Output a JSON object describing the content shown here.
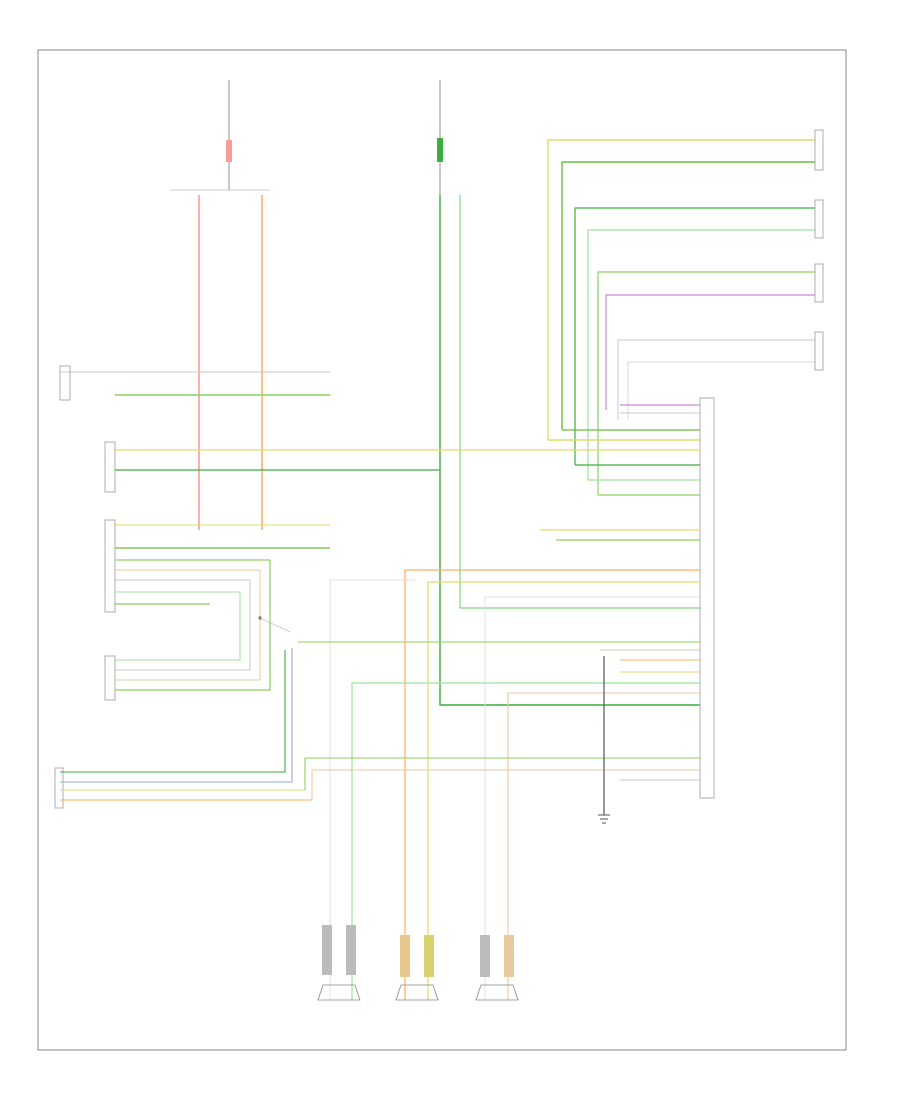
{
  "diagram": {
    "ref_label": "",
    "wires": [
      {
        "id": "fuse1-red",
        "color": "#ff9a9a"
      },
      {
        "id": "fuse1-orange",
        "color": "#ffb066"
      },
      {
        "id": "fuse2-green",
        "color": "#3cae3c"
      },
      {
        "id": "yel",
        "color": "#e6d96a"
      },
      {
        "id": "grn",
        "color": "#8ccf60"
      },
      {
        "id": "dkgrn",
        "color": "#4cae4c"
      },
      {
        "id": "ltgrn",
        "color": "#9fe19f"
      },
      {
        "id": "purple",
        "color": "#c987d8"
      },
      {
        "id": "blue",
        "color": "#9aa9e0"
      },
      {
        "id": "gray",
        "color": "#c8c8c8"
      },
      {
        "id": "tan",
        "color": "#e7c9a0"
      }
    ],
    "components": [
      {
        "name": "fuse-1"
      },
      {
        "name": "fuse-2"
      },
      {
        "name": "splice"
      },
      {
        "name": "connector-top-left"
      },
      {
        "name": "connector-left-1"
      },
      {
        "name": "connector-left-2"
      },
      {
        "name": "connector-left-3"
      },
      {
        "name": "connector-bottom-left"
      },
      {
        "name": "speaker-right-front"
      },
      {
        "name": "speaker-left-front"
      },
      {
        "name": "speaker-right-rear"
      },
      {
        "name": "speaker-left-rear"
      },
      {
        "name": "radio-module"
      },
      {
        "name": "ground-point"
      },
      {
        "name": "speaker-instrument-1"
      },
      {
        "name": "speaker-instrument-2"
      },
      {
        "name": "speaker-instrument-3"
      }
    ]
  }
}
